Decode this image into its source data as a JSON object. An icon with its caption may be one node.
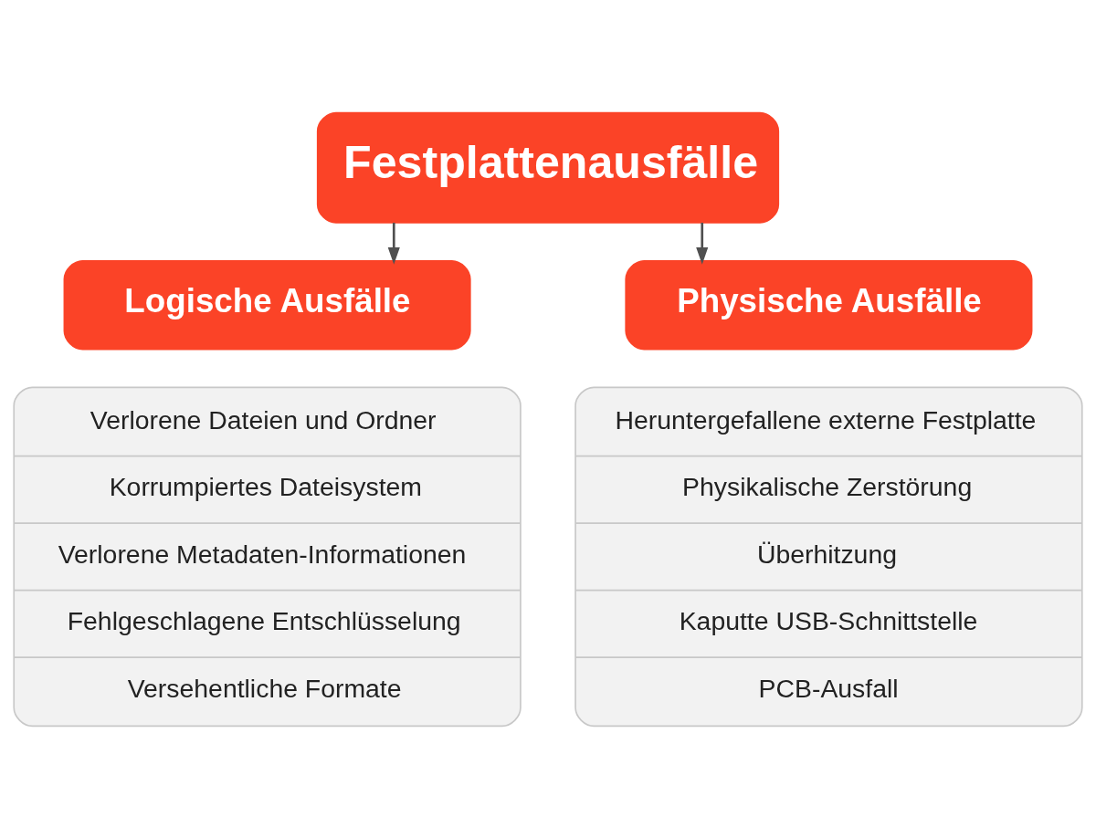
{
  "diagram": {
    "nodes": [
      {
        "text": [
          "Festplattenausfälle"
        ]
      },
      {
        "text": [
          "Logische Ausfälle"
        ]
      },
      {
        "text": [
          "Physische Ausfälle"
        ]
      },
      {
        "text": [
          "Verlorene Dateien und Ordner",
          "Korrumpiertes Dateisystem",
          "Verlorene Metadaten-Informationen",
          "Fehlgeschlagene Entschlüsselung",
          "Versehentliche Formate"
        ]
      },
      {
        "text": [
          "Heruntergefallene externe Festplatte",
          "Physikalische Zerstörung",
          "Überhitzung",
          "Kaputte USB-Schnittstelle",
          "PCB-Ausfall"
        ]
      }
    ],
    "edges": [
      {
        "from": 0,
        "to": 1,
        "arrow": "to"
      },
      {
        "from": 0,
        "to": 2,
        "arrow": "to"
      }
    ]
  }
}
